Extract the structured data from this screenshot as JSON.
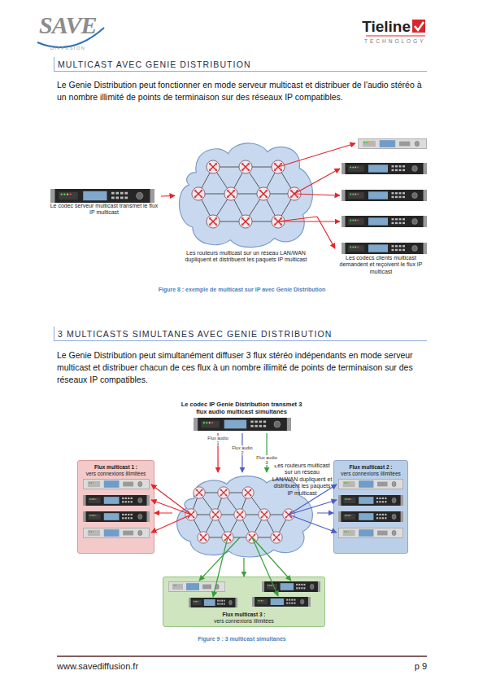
{
  "diagram": {
    "title": "MULTICAST AVEC GENIE DISTRIBUTION",
    "caption": "Figure 8 : exemple de multicast sur IP avec Genie Distribution",
    "nodes": [
      {
        "text": [
          "Le codec serveur multicast transmet le flux IP multicast"
        ]
      },
      {
        "text": [
          "Les routeurs multicast sur un réseau LAN/WAN dupliquent et distribuent les paquets IP multicast"
        ]
      },
      {
        "text": [
          "Les codecs clients multicast demandent et reçoivent le flux IP multicast"
        ]
      },
      {
        "text": [
          "Le codec IP Genie Distribution transmet 3 flux audio multicast simultanés"
        ]
      },
      {
        "text": [
          "Flux multicast 1 :",
          "vers connexions illimitées"
        ]
      },
      {
        "text": [
          "Les routeurs multicast sur un réseau LAN/WAN dupliquent et distribuent les paquets IP multicast"
        ]
      },
      {
        "text": [
          "Flux multicast 2 :",
          "vers connexions illimitées"
        ]
      },
      {
        "text": [
          "Flux multicast 3 :",
          "vers connexions illimitées"
        ]
      }
    ],
    "edges": [
      {
        "from": 0,
        "to": 1,
        "arrow": "to"
      },
      {
        "from": 1,
        "to": 2,
        "arrow": "to"
      },
      {
        "from": 3,
        "to": 5,
        "label": "Flux audio 1",
        "arrow": "to"
      },
      {
        "from": 3,
        "to": 5,
        "label": "Flux audio 2",
        "arrow": "to"
      },
      {
        "from": 3,
        "to": 5,
        "label": "Flux audio 3",
        "arrow": "to"
      },
      {
        "from": 5,
        "to": 4,
        "arrow": "to"
      },
      {
        "from": 5,
        "to": 6,
        "arrow": "to"
      },
      {
        "from": 5,
        "to": 7,
        "arrow": "to"
      }
    ],
    "labels": [
      "SAVE",
      "DIFFUSION",
      "Tieline",
      "TECHNOLOGY",
      "Le Genie Distribution peut fonctionner en mode serveur multicast et distribuer de l'audio stéréo à un nombre illimité de points de terminaison sur des réseaux IP compatibles.",
      "3 MULTICASTS SIMULTANES AVEC GENIE DISTRIBUTION",
      "Le Genie Distribution peut simultanément diffuser 3 flux stéréo indépendants en mode serveur multicast et distribuer chacun de ces flux à un nombre illimité de points de terminaison sur des réseaux IP compatibles.",
      "Figure 9 : 3 multicast simultanés",
      "www.savediffusion.fr",
      "p 9"
    ]
  }
}
